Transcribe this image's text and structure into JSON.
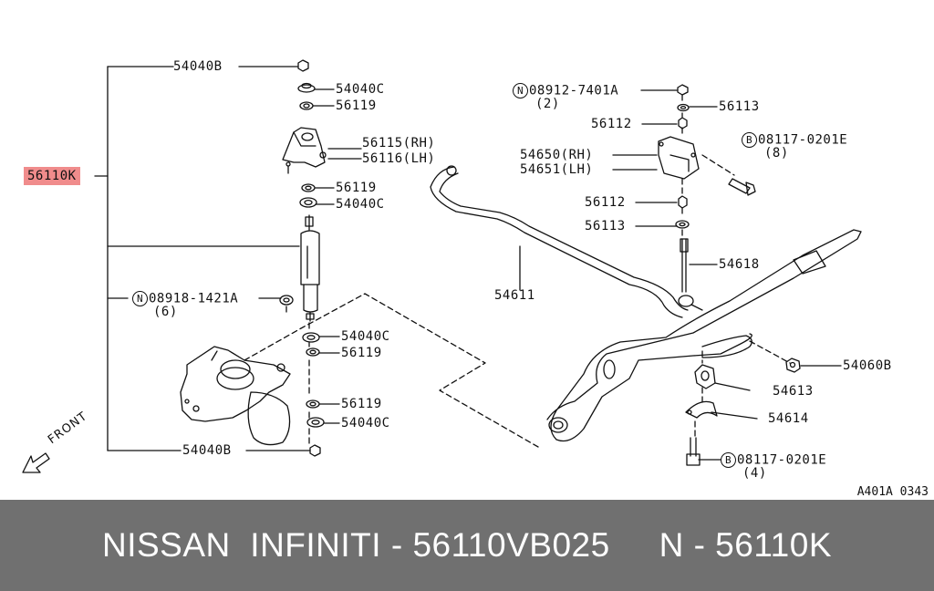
{
  "diagram": {
    "highlight_part": "56110K",
    "front_label": "FRONT",
    "ref_code": "A401A 0343",
    "labels": [
      {
        "code": "54040B"
      },
      {
        "code": "54040C"
      },
      {
        "code": "56119"
      },
      {
        "code": "56115(RH)"
      },
      {
        "code": "56116(LH)"
      },
      {
        "code": "56119"
      },
      {
        "code": "54040C"
      },
      {
        "prefix": "N",
        "code": "08918-1421A",
        "sub": "(6)"
      },
      {
        "code": "54040C"
      },
      {
        "code": "56119"
      },
      {
        "code": "56119"
      },
      {
        "code": "54040C"
      },
      {
        "code": "54040B"
      },
      {
        "prefix": "N",
        "code": "08912-7401A",
        "sub": "(2)"
      },
      {
        "code": "56113"
      },
      {
        "code": "56112"
      },
      {
        "prefix": "B",
        "code": "08117-0201E",
        "sub": "(8)"
      },
      {
        "code": "54650(RH)"
      },
      {
        "code": "54651(LH)"
      },
      {
        "code": "56112"
      },
      {
        "code": "56113"
      },
      {
        "code": "54618"
      },
      {
        "code": "54611"
      },
      {
        "code": "54060B"
      },
      {
        "code": "54613"
      },
      {
        "code": "54614"
      },
      {
        "prefix": "B",
        "code": "08117-0201E",
        "sub": "(4)"
      }
    ]
  },
  "footer": {
    "text": "NISSAN  INFINITI - 56110VB025     N - 56110K"
  },
  "colors": {
    "highlight": "#f08c8c",
    "footer_bg": "#707070",
    "footer_text": "#ffffff"
  }
}
